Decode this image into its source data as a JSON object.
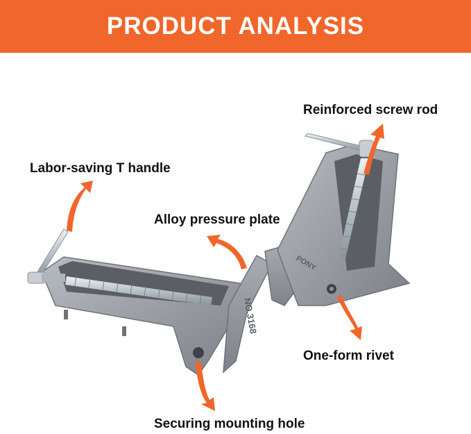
{
  "banner": {
    "title": "PRODUCT ANALYSIS",
    "color": "#f0662b"
  },
  "callouts": {
    "t_handle": "Labor-saving T handle",
    "pressure_plate": "Alloy pressure plate",
    "screw_rod": "Reinforced screw rod",
    "rivet": "One-form rivet",
    "mounting_hole": "Securing mounting hole"
  },
  "arrow_color": "#f0662b",
  "product": {
    "engraving_left": "NO.3168",
    "engraving_right": "PONY"
  }
}
